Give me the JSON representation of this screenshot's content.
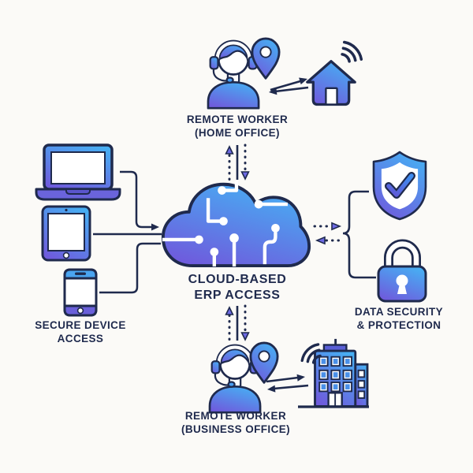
{
  "title": "Cloud-Based ERP Access Diagram",
  "palette": {
    "outline_navy": "#1f2a4d",
    "light_blue": "#47aef3",
    "purple": "#6e5cdd",
    "arrow_purple": "#6e6ae4",
    "white": "#ffffff",
    "background": "#fbfaf7",
    "text": "#1f2a4d"
  },
  "center": {
    "line1": "CLOUD-BASED",
    "line2": "ERP ACCESS",
    "icon": "cloud-circuit-icon"
  },
  "top": {
    "line1": "REMOTE WORKER",
    "line2": "(HOME OFFICE)",
    "icons": [
      "headset-worker-icon",
      "location-pin-icon",
      "house-icon",
      "wifi-icon"
    ]
  },
  "left": {
    "line1": "SECURE DEVICE",
    "line2": "ACCESS",
    "icons": [
      "laptop-icon",
      "tablet-icon",
      "smartphone-icon"
    ]
  },
  "right": {
    "line1": "DATA SECURITY",
    "line2": "& PROTECTION",
    "icons": [
      "shield-check-icon",
      "padlock-icon"
    ]
  },
  "bottom": {
    "line1": "REMOTE WORKER",
    "line2": "(BUSINESS OFFICE)",
    "icons": [
      "headset-worker-icon",
      "location-pin-icon",
      "office-building-icon",
      "wifi-icon"
    ]
  }
}
